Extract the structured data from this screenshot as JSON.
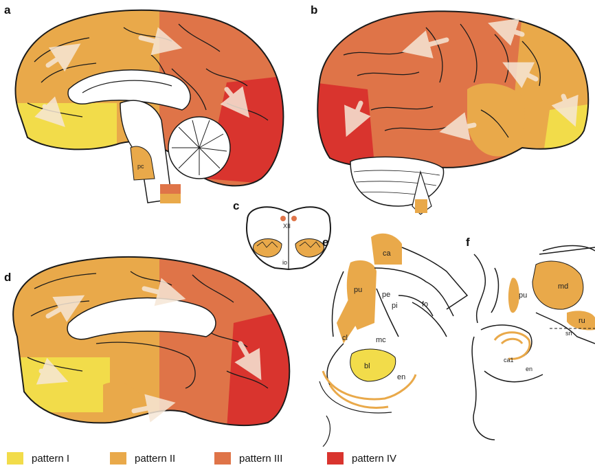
{
  "panels": {
    "a": "a",
    "b": "b",
    "c": "c",
    "d": "d",
    "e": "e",
    "f": "f"
  },
  "labels": {
    "pc": "pc",
    "xii": "XII",
    "io": "io",
    "ca": "ca",
    "pu_e": "pu",
    "pe": "pe",
    "pi": "pi",
    "fo": "fo",
    "cl": "cl",
    "mc": "mc",
    "bl": "bl",
    "en_e": "en",
    "pu_f": "pu",
    "md": "md",
    "ru": "ru",
    "sn": "sn",
    "ca1": "ca1",
    "en_f": "en"
  },
  "legend": [
    {
      "label": "pattern I",
      "color": "#f2dc4a"
    },
    {
      "label": "pattern II",
      "color": "#e9a94a"
    },
    {
      "label": "pattern III",
      "color": "#df7448"
    },
    {
      "label": "pattern IV",
      "color": "#d9342e"
    }
  ],
  "colors": {
    "pattern_I": "#f2dc4a",
    "pattern_II": "#e9a94a",
    "pattern_III": "#df7448",
    "pattern_IV": "#d9342e",
    "outline": "#1a1a1a",
    "arrow": "#f6e7d6"
  }
}
